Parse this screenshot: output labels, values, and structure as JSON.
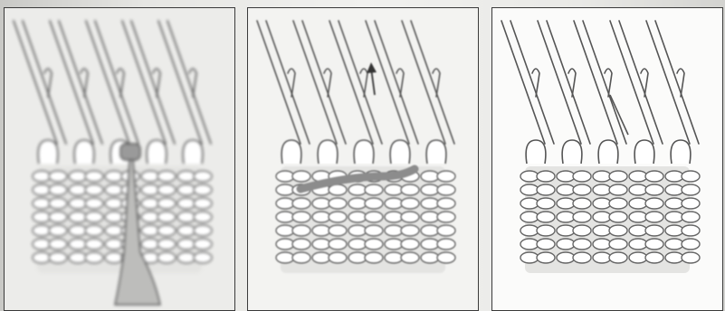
{
  "figure": {
    "panels": [
      {
        "id": "panel-1",
        "highlight_color": "#9a9a9a",
        "tool": "latch-needle"
      },
      {
        "id": "panel-2",
        "highlight_color": "#8c8c8c",
        "tool": "arrow-up"
      },
      {
        "id": "panel-3",
        "highlight_color": "#b8c9b3",
        "tool": "transfer-loop"
      }
    ],
    "colors": {
      "line": "#555555",
      "fabric": "#e4e4e2",
      "paper": "#f4f4f2"
    }
  }
}
